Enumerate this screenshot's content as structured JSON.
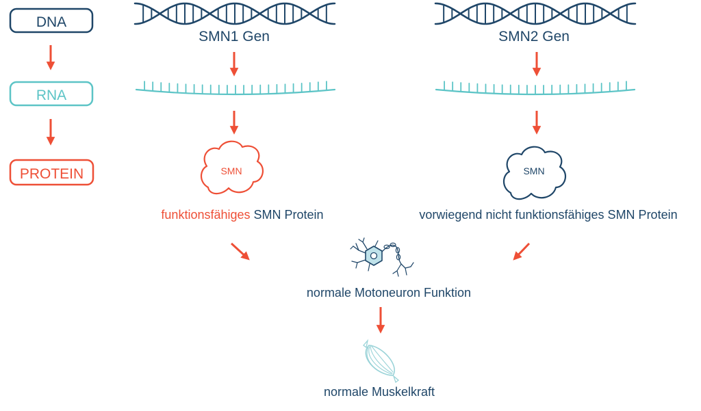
{
  "colors": {
    "navy": "#1f4668",
    "teal": "#5cc4c6",
    "orange": "#ee4f36",
    "neuron_fill": "#bfe2ea",
    "muscle": "#9ad3d8"
  },
  "legend": {
    "dna": "DNA",
    "rna": "RNA",
    "protein": "PROTEIN"
  },
  "left_path": {
    "gene_label": "SMN1 Gen",
    "protein_badge": "SMN",
    "protein_desc_highlight": "funktionsfähiges",
    "protein_desc_rest": " SMN Protein"
  },
  "right_path": {
    "gene_label": "SMN2 Gen",
    "protein_badge": "SMN",
    "protein_desc": "vorwiegend nicht funktionsfähiges SMN Protein"
  },
  "outcome": {
    "neuron_label": "normale Motoneuron Funktion",
    "muscle_label": "normale Muskelkraft"
  },
  "icons": {
    "dna_left": "dna-helix-icon",
    "dna_right": "dna-helix-icon",
    "rna_left": "rna-strand-icon",
    "rna_right": "rna-strand-icon",
    "protein_left": "protein-cloud-icon",
    "protein_right": "protein-cloud-icon",
    "neuron": "motor-neuron-icon",
    "muscle": "muscle-icon"
  }
}
